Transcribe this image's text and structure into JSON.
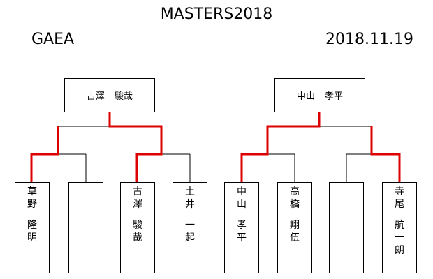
{
  "header": {
    "title": "MASTERS2018",
    "organization": "GAEA",
    "date": "2018.11.19"
  },
  "winners": [
    {
      "family": "古澤",
      "given": "駿哉"
    },
    {
      "family": "中山",
      "given": "孝平"
    }
  ],
  "players": [
    {
      "family": "草野",
      "given": "隆明"
    },
    {
      "family": "",
      "given": ""
    },
    {
      "family": "古澤",
      "given": "駿哉"
    },
    {
      "family": "土井",
      "given": "一起"
    },
    {
      "family": "中山",
      "given": "孝平"
    },
    {
      "family": "高橋",
      "given": "翔伍"
    },
    {
      "family": "",
      "given": ""
    },
    {
      "family": "寺尾",
      "given": "航一朗"
    }
  ],
  "colors": {
    "winner_path": "#dd0000",
    "line": "#000000"
  }
}
